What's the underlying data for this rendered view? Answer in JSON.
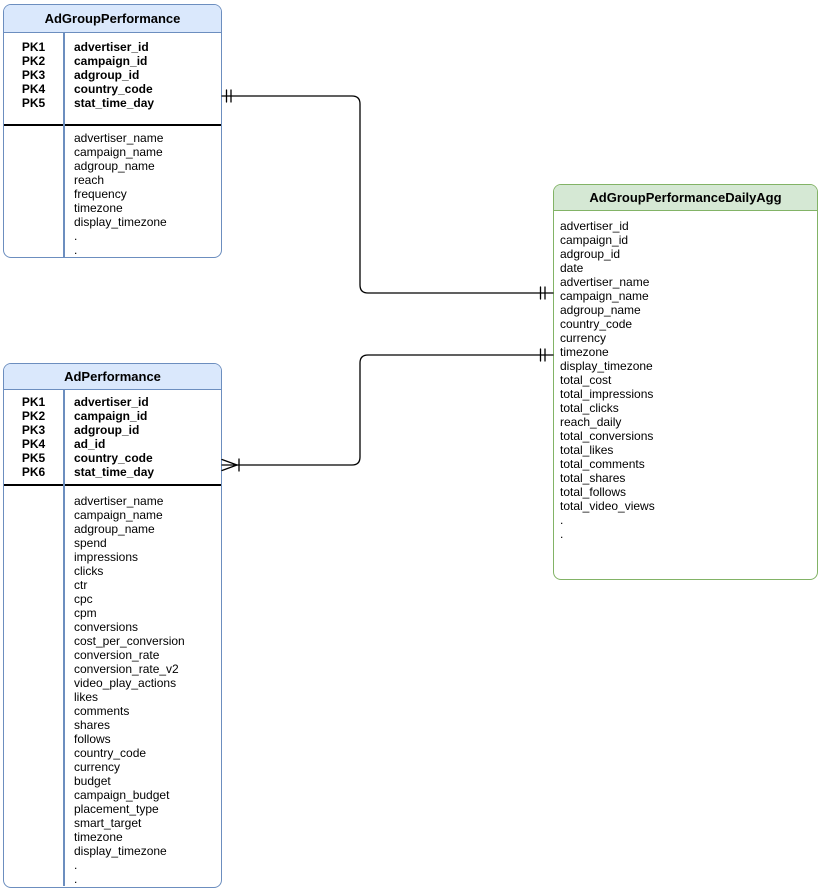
{
  "diagram": {
    "theme": {
      "blue_header_fill": "#dae8fc",
      "blue_border": "#6c8ebf",
      "green_header_fill": "#d5e8d4",
      "green_border": "#82b366",
      "connector_color": "#000000",
      "background": "#ffffff"
    },
    "tables": [
      {
        "title": "AdGroupPerformance",
        "pk_rows": [
          {
            "key": "PK1",
            "field": "advertiser_id"
          },
          {
            "key": "PK2",
            "field": "campaign_id"
          },
          {
            "key": "PK3",
            "field": "adgroup_id"
          },
          {
            "key": "PK4",
            "field": "country_code"
          },
          {
            "key": "PK5",
            "field": "stat_time_day"
          }
        ],
        "fields": [
          "advertiser_name",
          "campaign_name",
          "adgroup_name",
          "reach",
          "frequency",
          "timezone",
          "display_timezone",
          ".",
          "."
        ]
      },
      {
        "title": "AdPerformance",
        "pk_rows": [
          {
            "key": "PK1",
            "field": "advertiser_id"
          },
          {
            "key": "PK2",
            "field": "campaign_id"
          },
          {
            "key": "PK3",
            "field": "adgroup_id"
          },
          {
            "key": "PK4",
            "field": "ad_id"
          },
          {
            "key": "PK5",
            "field": "country_code"
          },
          {
            "key": "PK6",
            "field": "stat_time_day"
          }
        ],
        "fields": [
          "advertiser_name",
          "campaign_name",
          "adgroup_name",
          "spend",
          "impressions",
          "clicks",
          "ctr",
          "cpc",
          "cpm",
          "conversions",
          "cost_per_conversion",
          "conversion_rate",
          "conversion_rate_v2",
          "video_play_actions",
          "likes",
          "comments",
          "shares",
          "follows",
          "country_code",
          "currency",
          "budget",
          "campaign_budget",
          "placement_type",
          "smart_target",
          "timezone",
          "display_timezone",
          ".",
          "."
        ]
      },
      {
        "title": "AdGroupPerformanceDailyAgg",
        "pk_rows": [],
        "fields": [
          "advertiser_id",
          "campaign_id",
          "adgroup_id",
          "date",
          "advertiser_name",
          "campaign_name",
          "adgroup_name",
          "country_code",
          "currency",
          "timezone",
          "display_timezone",
          "total_cost",
          "total_impressions",
          "total_clicks",
          "reach_daily",
          "total_conversions",
          "total_likes",
          "total_comments",
          "total_shares",
          "total_follows",
          "total_video_views",
          ".",
          "."
        ]
      }
    ],
    "relationships": [
      {
        "from": "AdGroupPerformance",
        "to": "AdGroupPerformanceDailyAgg",
        "from_cardinality": "one-and-only-one",
        "to_cardinality": "one-and-only-one"
      },
      {
        "from": "AdPerformance",
        "to": "AdGroupPerformanceDailyAgg",
        "from_cardinality": "one-or-many",
        "to_cardinality": "one-and-only-one"
      }
    ]
  }
}
